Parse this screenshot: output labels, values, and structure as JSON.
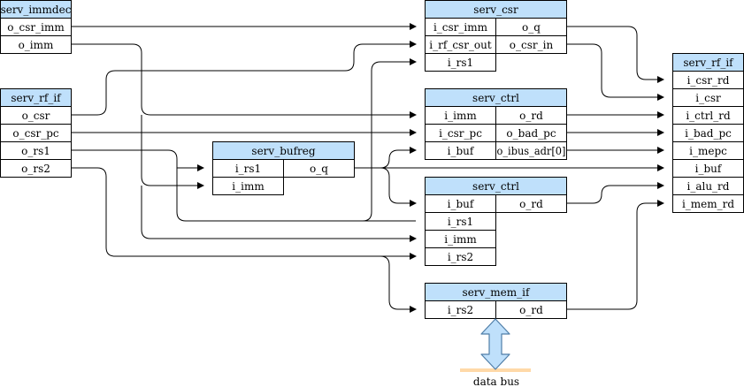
{
  "blocks": {
    "immdec": {
      "title": "serv_immdec",
      "ports": [
        "o_csr_imm",
        "o_imm"
      ]
    },
    "rfif_left": {
      "title": "serv_rf_if",
      "ports": [
        "o_csr",
        "o_csr_pc",
        "o_rs1",
        "o_rs2"
      ]
    },
    "bufreg": {
      "title": "serv_bufreg",
      "in_ports": [
        "i_rs1",
        "i_imm"
      ],
      "out_ports": [
        "o_q"
      ]
    },
    "csr": {
      "title": "serv_csr",
      "in_ports": [
        "i_csr_imm",
        "i_rf_csr_out",
        "i_rs1"
      ],
      "out_ports": [
        "o_q",
        "o_csr_in"
      ]
    },
    "ctrl_a": {
      "title": "serv_ctrl",
      "in_ports": [
        "i_imm",
        "i_csr_pc",
        "i_buf"
      ],
      "out_ports": [
        "o_rd",
        "o_bad_pc",
        "o_ibus_adr[0]"
      ]
    },
    "ctrl_b": {
      "title": "serv_ctrl",
      "in_ports": [
        "i_buf",
        "i_rs1",
        "i_imm",
        "i_rs2"
      ],
      "out_ports": [
        "o_rd"
      ]
    },
    "memif": {
      "title": "serv_mem_if",
      "in_ports": [
        "i_rs2"
      ],
      "out_ports": [
        "o_rd"
      ]
    },
    "rfif_right": {
      "title": "serv_rf_if",
      "ports": [
        "i_csr_rd",
        "i_csr",
        "i_ctrl_rd",
        "i_bad_pc",
        "i_mepc",
        "i_buf",
        "i_alu_rd",
        "i_mem_rd"
      ]
    }
  },
  "data_bus_label": "data bus",
  "colors": {
    "block_title_fill": "#bfe0fb",
    "arrow_fill": "#bfe0fb",
    "arrow_stroke": "#4f7ea8",
    "bus_line": "#ffd9a8"
  }
}
